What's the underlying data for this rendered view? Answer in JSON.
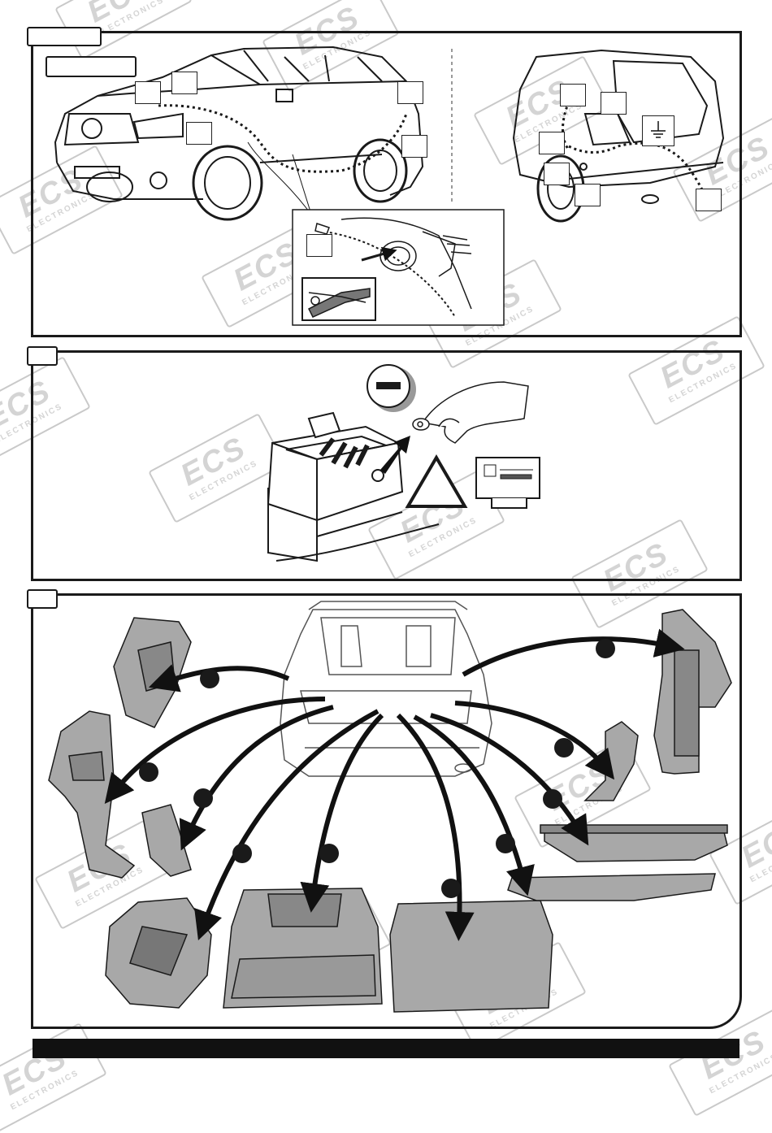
{
  "watermark": {
    "brand": "ECS",
    "sub": "ELECTRONICS"
  },
  "panels": [
    {
      "id": "step-1",
      "content": "wiring-route"
    },
    {
      "id": "step-2",
      "content": "battery-disconnect"
    },
    {
      "id": "step-3",
      "content": "trunk-disassembly"
    }
  ],
  "icons": [
    "minus-icon",
    "warning-triangle-icon",
    "manual-icon",
    "ground-icon",
    "crimping-tool-icon"
  ],
  "colors": {
    "ink": "#1a1a1a",
    "part_fill": "#a8a8a8",
    "watermark": "#cfcfcf"
  }
}
